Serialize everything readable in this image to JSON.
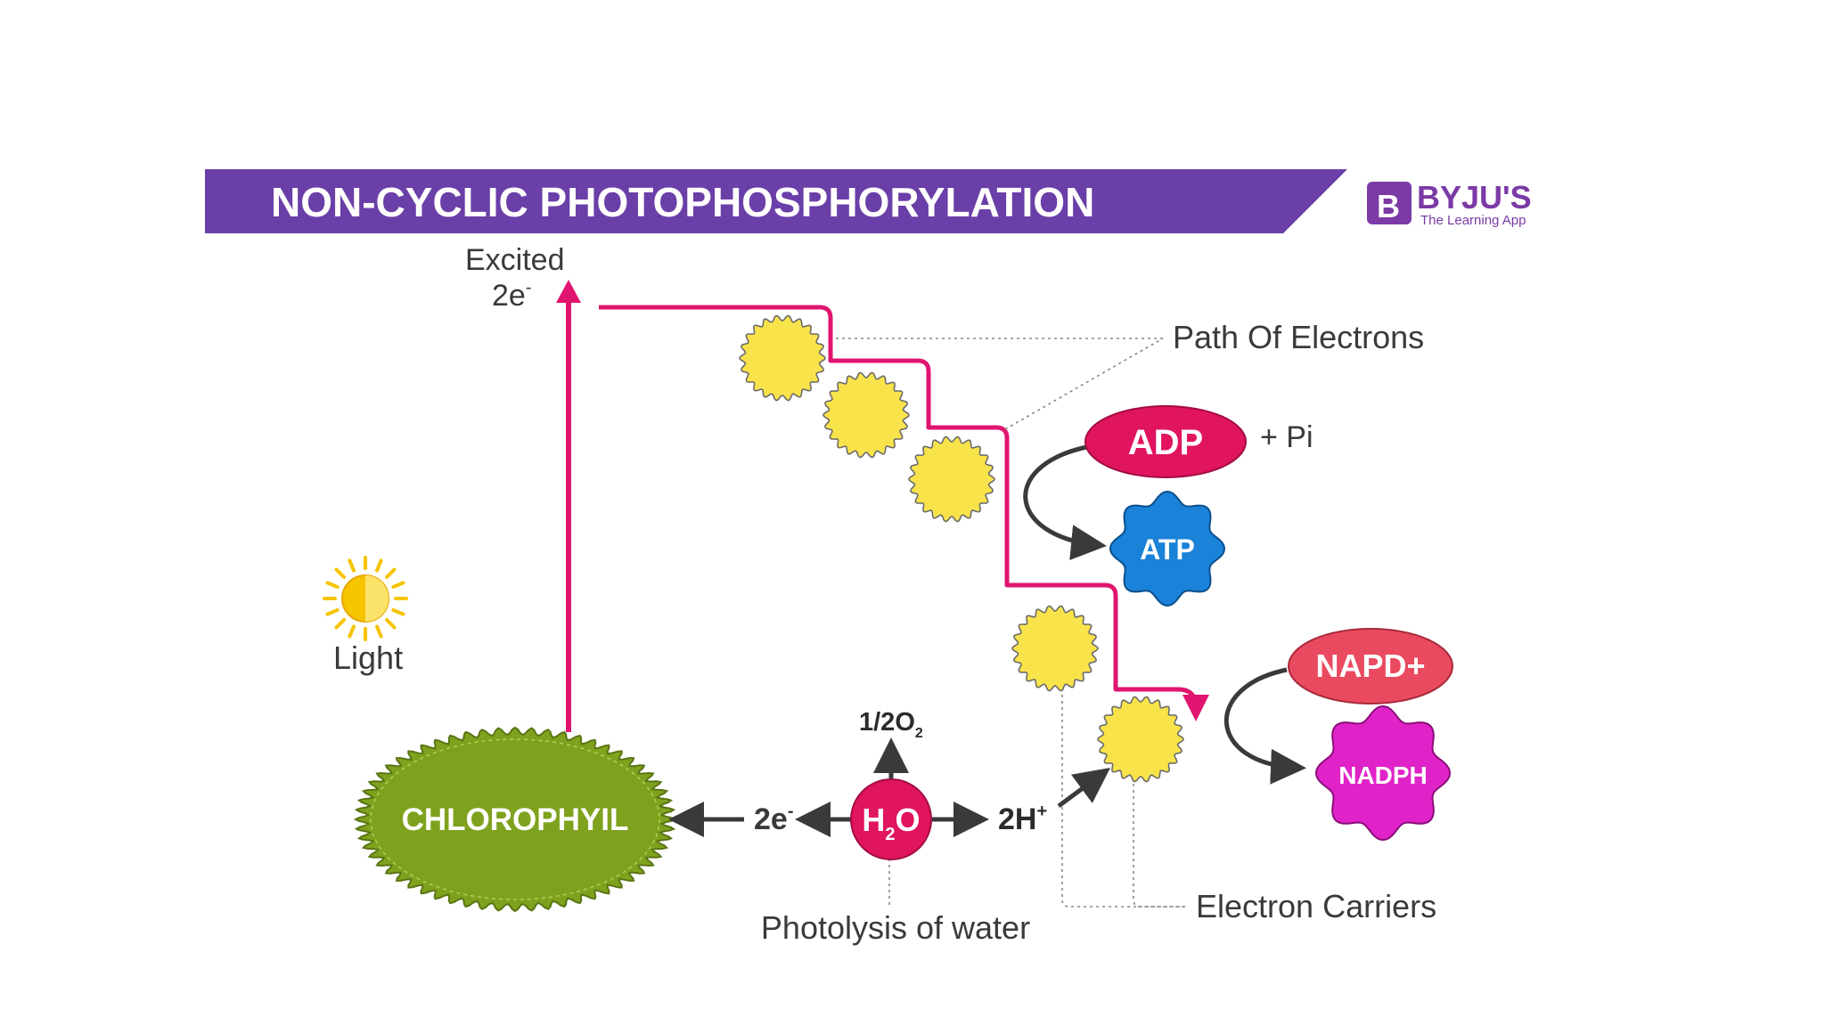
{
  "title": "NON-CYCLIC PHOTOPHOSPHORYLATION",
  "brand": {
    "name": "BYJU'S",
    "tagline": "The Learning App",
    "logo_letter": "B"
  },
  "labels": {
    "excited_line1": "Excited",
    "excited_line2": "2e",
    "excited_sup": "-",
    "path_of_electrons": "Path Of Electrons",
    "adp": "ADP",
    "plus_pi": "+ Pi",
    "atp": "ATP",
    "light": "Light",
    "napd": "NAPD+",
    "nadph": "NADPH",
    "o2_main": "1/2O",
    "o2_sub": "2",
    "chlorophyll": "CHLOROPHYIL",
    "electrons_left": "2e",
    "electrons_left_sup": "-",
    "water_h": "H",
    "water_sub": "2",
    "water_o": "O",
    "protons": "2H",
    "protons_sup": "+",
    "electron_carriers": "Electron Carriers",
    "photolysis": "Photolysis of water"
  },
  "colors": {
    "title_bar": "#6a3fa8",
    "electron_path": "#e0156f",
    "carrier_fill": "#f9e34a",
    "adp_fill": "#e0145f",
    "atp_fill": "#1a82d8",
    "napd_fill": "#ea4a60",
    "nadph_fill": "#e023c8",
    "chlorophyll_fill": "#7fa21e",
    "water_fill": "#e0145f",
    "sun_fill": "#f6c400",
    "arrow": "#3a3a3a"
  },
  "icons": [
    "sun-icon",
    "byjus-logo-icon"
  ]
}
